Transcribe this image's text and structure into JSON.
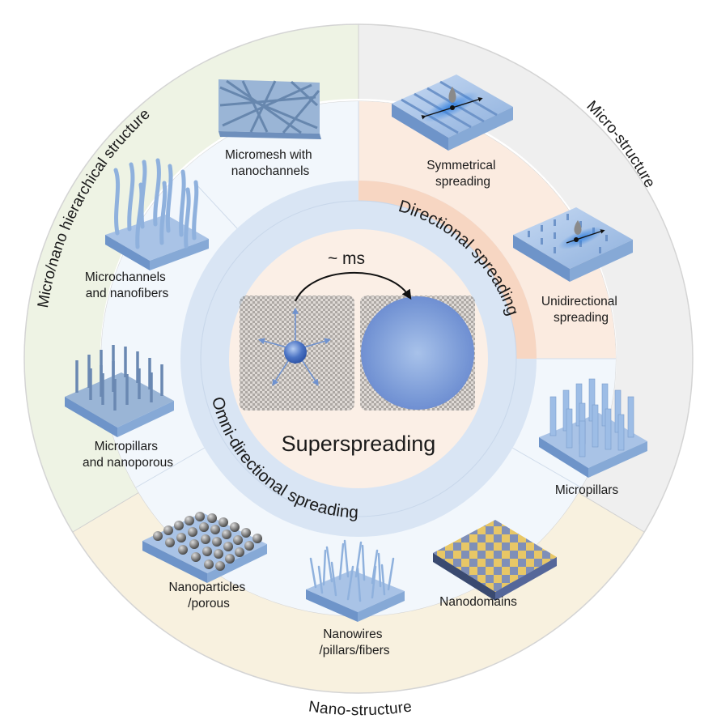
{
  "diagram": {
    "center": {
      "title": "Superspreading",
      "time_label": "~ ms"
    },
    "middle_ring": {
      "directional": "Directional  spreading",
      "omni": "Omni-directional spreading"
    },
    "outer_ring": {
      "micro": "Micro-structure",
      "nano": "Nano-structure",
      "hierarchical": "Micro/nano hierarchical structure"
    },
    "items": {
      "micromesh": [
        "Micromesh with",
        "nanochannels"
      ],
      "microchannels": [
        "Microchannels",
        "and nanofibers"
      ],
      "micropillars_nanoporous": [
        "Micropillars",
        "and nanoporous"
      ],
      "symmetrical": [
        "Symmetrical",
        "spreading"
      ],
      "unidirectional": [
        "Unidirectional",
        "spreading"
      ],
      "micropillars": [
        "Micropillars"
      ],
      "nanodomains": [
        "Nanodomains"
      ],
      "nanowires": [
        "Nanowires",
        "/pillars/fibers"
      ],
      "nanoparticles": [
        "Nanoparticles",
        "/porous"
      ]
    },
    "colors": {
      "outer_gray": "#efefef",
      "outer_green": "#eef3e4",
      "outer_yellow": "#f8f1df",
      "middle_ring_blue": "#d9e5f4",
      "panel_blue": "#f2f7fc",
      "panel_peach": "#fbebe0",
      "directional_band": "#f7d6c2",
      "center_fill": "#fbefe6",
      "structure_blue": "#8fb1dd",
      "droplet_blue": "#5b86cf"
    }
  }
}
